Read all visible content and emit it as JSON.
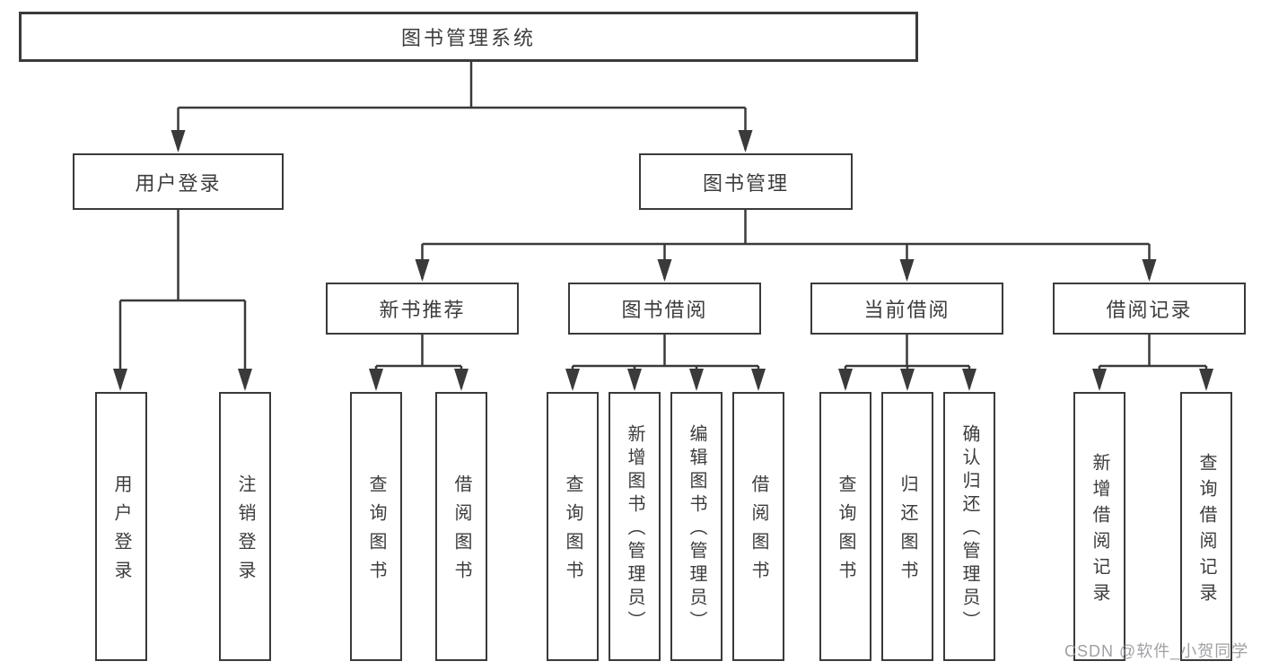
{
  "colors": {
    "line": "#3a3a3a",
    "box_border": "#3a3a3a",
    "box_fill": "#ffffff",
    "text": "#3c3c3c",
    "watermark": "#949699",
    "background": "#ffffff"
  },
  "watermark": {
    "text": "CSDN @软件_小贺同学"
  },
  "tree": {
    "label": "图书管理系统",
    "children": [
      {
        "label": "用户登录",
        "children": [
          {
            "label": "用户登录"
          },
          {
            "label": "注销登录"
          }
        ]
      },
      {
        "label": "图书管理",
        "children": [
          {
            "label": "新书推荐",
            "children": [
              {
                "label": "查询图书"
              },
              {
                "label": "借阅图书"
              }
            ]
          },
          {
            "label": "图书借阅",
            "children": [
              {
                "label": "查询图书"
              },
              {
                "label": "新增图书（管理员）"
              },
              {
                "label": "编辑图书（管理员）"
              },
              {
                "label": "借阅图书"
              }
            ]
          },
          {
            "label": "当前借阅",
            "children": [
              {
                "label": "查询图书"
              },
              {
                "label": "归还图书"
              },
              {
                "label": "确认归还（管理员）"
              }
            ]
          },
          {
            "label": "借阅记录",
            "children": [
              {
                "label": "新增借阅记录"
              },
              {
                "label": "查询借阅记录"
              }
            ]
          }
        ]
      }
    ]
  }
}
